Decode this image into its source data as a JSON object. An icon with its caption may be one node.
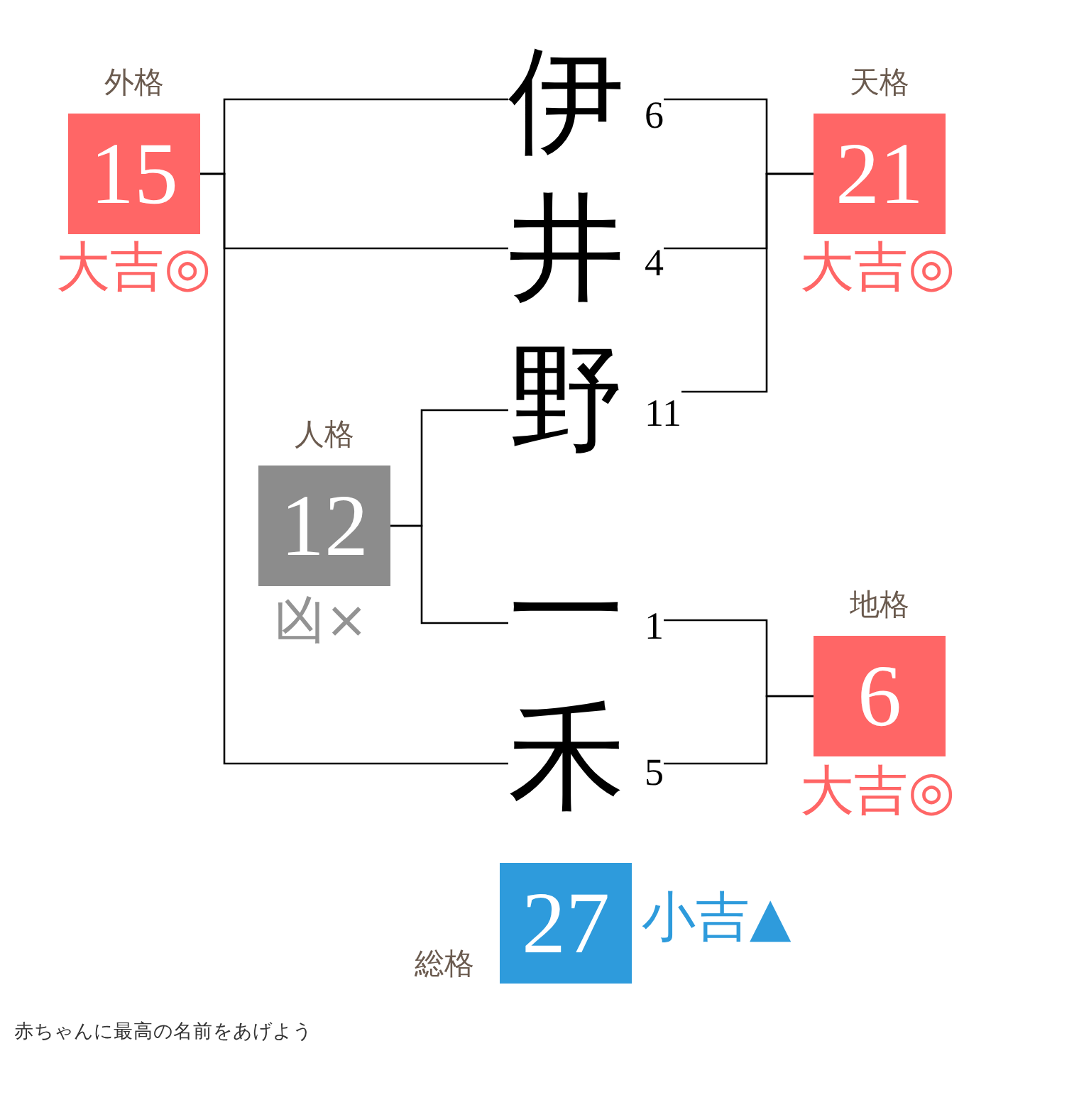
{
  "diagram": {
    "nodes": [
      {
        "text": [
          "外格",
          "15"
        ],
        "beside": [
          "大吉◎"
        ]
      },
      {
        "text": [
          "伊"
        ],
        "beside": [
          "6"
        ]
      },
      {
        "text": [
          "天格",
          "21"
        ],
        "beside": [
          "大吉◎"
        ]
      },
      {
        "text": [
          "井"
        ],
        "beside": [
          "4"
        ]
      },
      {
        "text": [
          "野"
        ],
        "beside": [
          "11"
        ]
      },
      {
        "text": [
          "人格",
          "12"
        ],
        "beside": [
          "凶×"
        ]
      },
      {
        "text": [
          "一"
        ],
        "beside": [
          "1"
        ]
      },
      {
        "text": [
          "地格",
          "6"
        ],
        "beside": [
          "大吉◎"
        ]
      },
      {
        "text": [
          "禾"
        ],
        "beside": [
          "5"
        ]
      },
      {
        "text": [
          "総格",
          "27"
        ],
        "beside": [
          "小吉▲"
        ]
      }
    ],
    "edges": [
      {
        "from": 0,
        "to": 1,
        "arrow": "none"
      },
      {
        "from": 0,
        "to": 3,
        "arrow": "none"
      },
      {
        "from": 0,
        "to": 8,
        "arrow": "none"
      },
      {
        "from": 1,
        "to": 2,
        "arrow": "none"
      },
      {
        "from": 3,
        "to": 2,
        "arrow": "none"
      },
      {
        "from": 4,
        "to": 2,
        "arrow": "none"
      },
      {
        "from": 5,
        "to": 4,
        "arrow": "none"
      },
      {
        "from": 5,
        "to": 6,
        "arrow": "none"
      },
      {
        "from": 6,
        "to": 7,
        "arrow": "none"
      },
      {
        "from": 8,
        "to": 7,
        "arrow": "none"
      }
    ],
    "labels": [
      "赤ちゃんに最高の名前をあげよう"
    ]
  }
}
